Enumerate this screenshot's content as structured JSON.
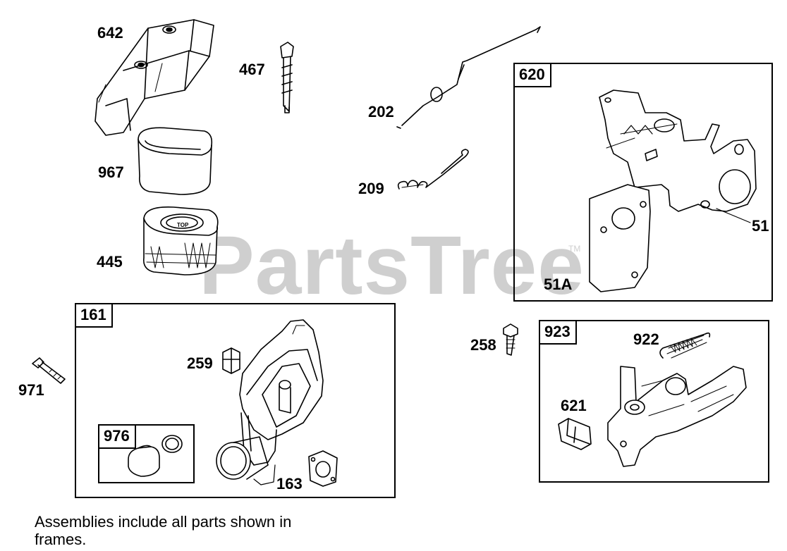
{
  "watermark": {
    "text": "PartsTree",
    "mark": "TM"
  },
  "callouts": {
    "p642": "642",
    "p467": "467",
    "p202": "202",
    "p209": "209",
    "p967": "967",
    "p445": "445",
    "p971": "971",
    "p259": "259",
    "p163": "163",
    "p258": "258",
    "p922": "922",
    "p621": "621",
    "p51": "51",
    "p51a": "51A"
  },
  "frames": {
    "f620": "620",
    "f161": "161",
    "f976": "976",
    "f923": "923"
  },
  "filter_marking": "TOP",
  "note": "Assemblies include all parts shown in frames."
}
